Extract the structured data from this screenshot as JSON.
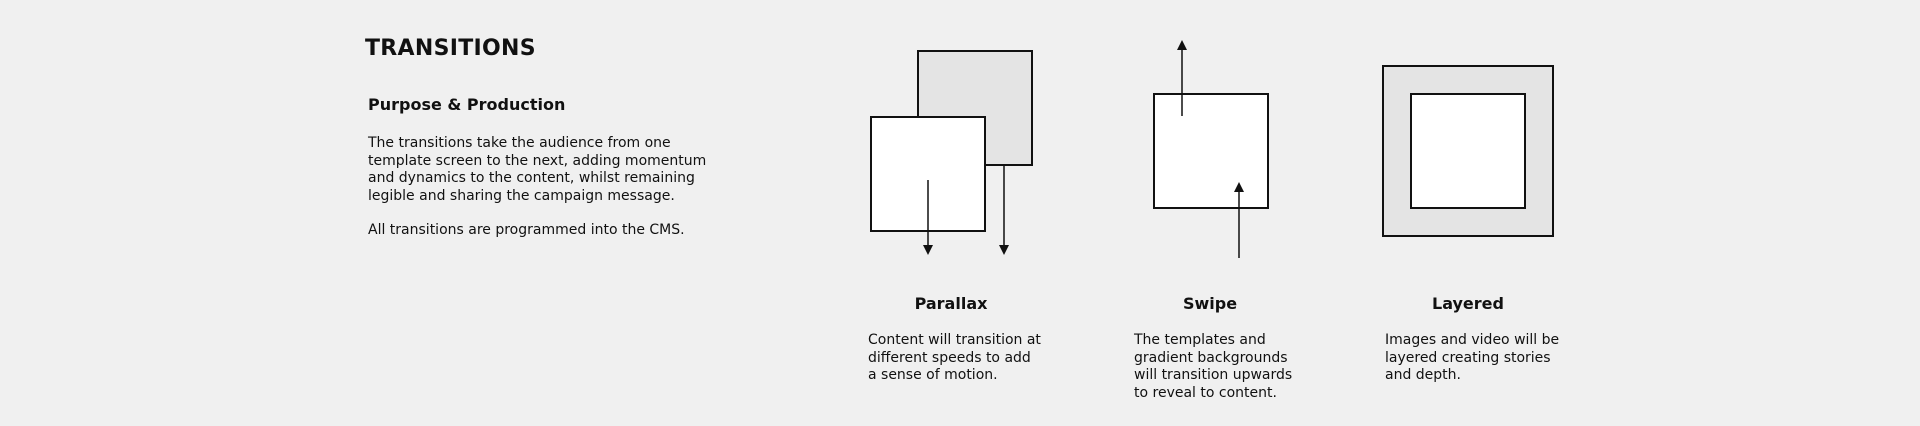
{
  "page": {
    "title": "TRANSITIONS",
    "section_heading": "Purpose & Production",
    "intro_paragraphs": [
      "The transitions take the audience from one template screen to the next, adding momentum and dynamics to the content, whilst remaining legible and sharing the campaign message.",
      "All transitions are programmed into the CMS."
    ]
  },
  "transitions": [
    {
      "name": "Parallax",
      "description": "Content will transition at\ndifferent speeds to add\na sense of motion."
    },
    {
      "name": "Swipe",
      "description": "The templates and\ngradient backgrounds\nwill transition upwards\nto reveal to content."
    },
    {
      "name": "Layered",
      "description": "Images and video will be\nlayered creating stories\nand depth."
    }
  ],
  "colors": {
    "background": "#f0f0f0",
    "panel_fill": "#e4e4e4",
    "front_fill": "#ffffff",
    "stroke": "#111111"
  }
}
